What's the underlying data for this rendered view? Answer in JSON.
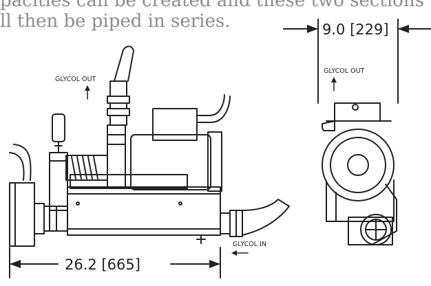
{
  "text": {
    "line1": "pacities can be created and these two sections",
    "line2": "ll then be piped in series."
  },
  "labels": {
    "glycol_out_left": "GLYCOL  OUT",
    "glycol_out_right": "GLYCOL  OUT",
    "glycol_in": "GLYCOL  IN"
  },
  "dimensions": {
    "width": "26.2  [665]",
    "depth": "9.0  [229]"
  }
}
